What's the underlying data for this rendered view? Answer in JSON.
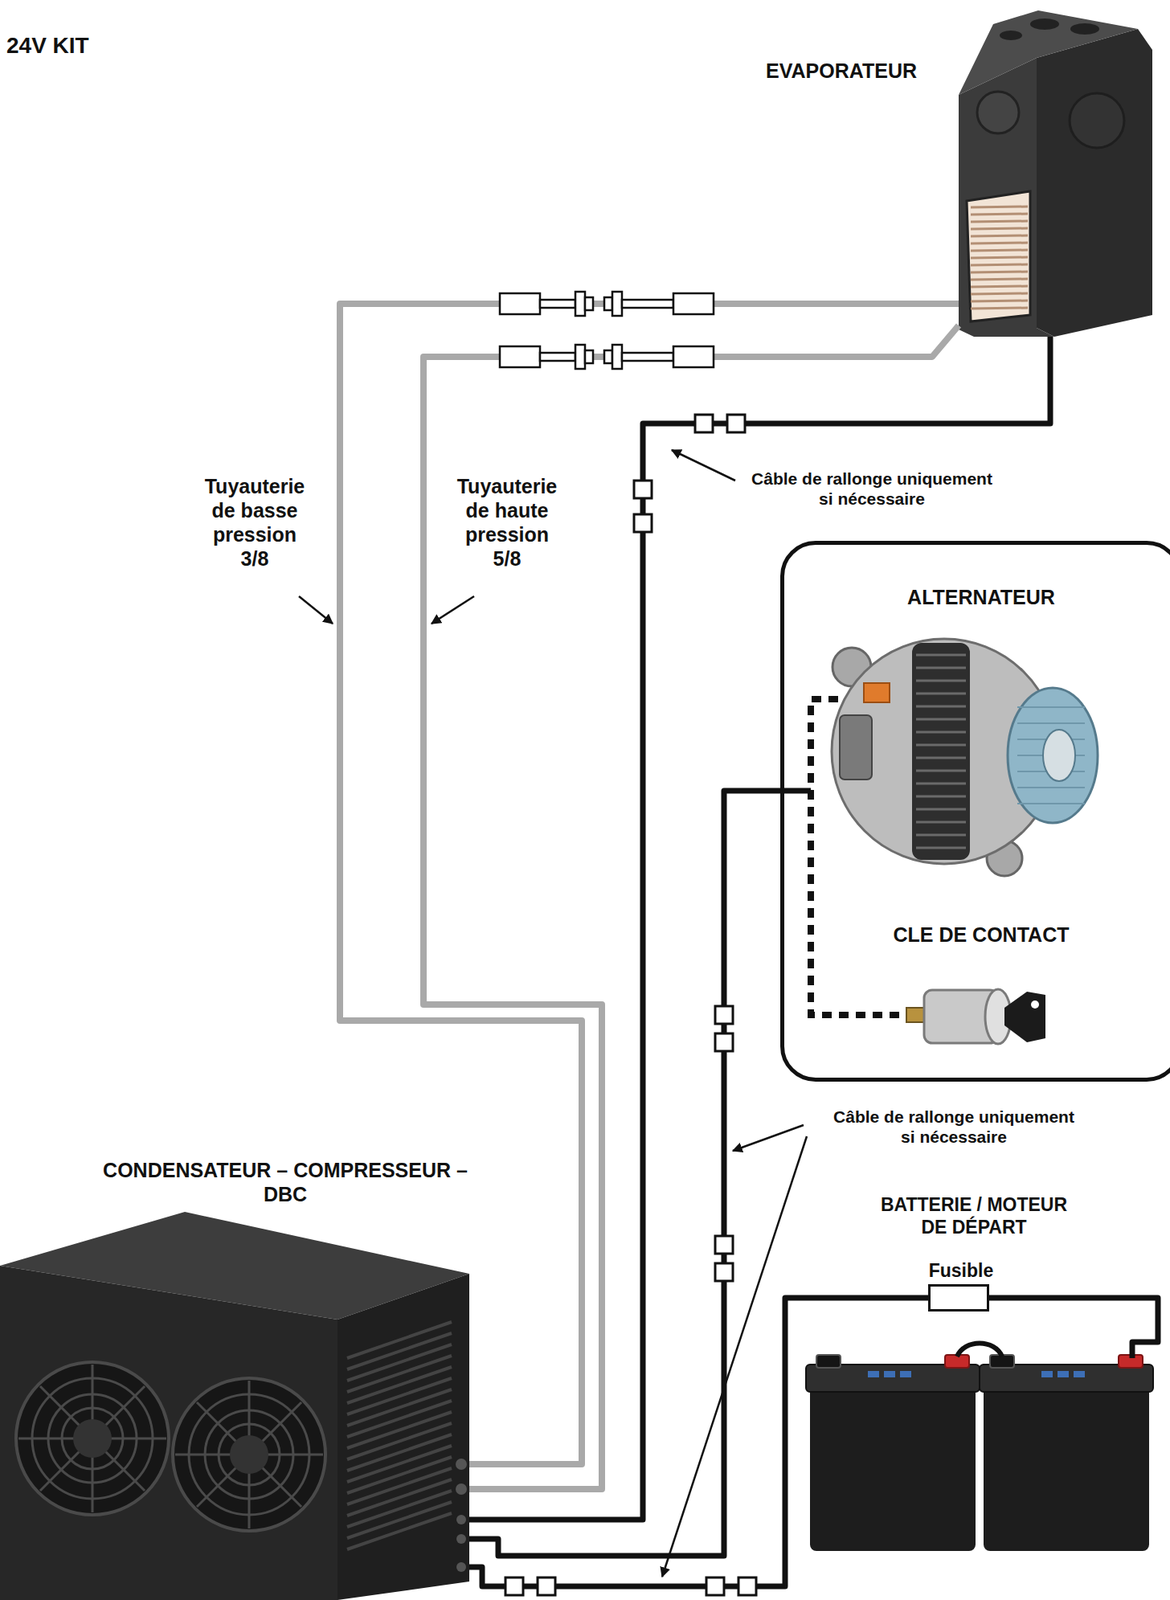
{
  "diagram": {
    "title": "24V KIT",
    "nodes": [
      {
        "text": [
          "EVAPORATEUR"
        ]
      },
      {
        "text": [
          "ALTERNATEUR",
          "CLE DE CONTACT"
        ]
      },
      {
        "text": [
          "CONDENSATEUR – COMPRESSEUR – DBC"
        ]
      },
      {
        "text": [
          "BATTERIE / MOTEUR DE DÉPART"
        ]
      },
      {
        "text": [
          "Fusible"
        ]
      }
    ],
    "edges": [
      {
        "from": 2,
        "to": 0,
        "label": "Tuyauterie de basse pression 3/8",
        "arrow": "none"
      },
      {
        "from": 2,
        "to": 0,
        "label": "Tuyauterie de haute pression 5/8",
        "arrow": "none"
      },
      {
        "from": 2,
        "to": 0,
        "arrow": "none"
      },
      {
        "from": 2,
        "to": 1,
        "arrow": "none"
      },
      {
        "from": 2,
        "to": 4,
        "arrow": "none"
      },
      {
        "from": 4,
        "to": 3,
        "arrow": "none"
      }
    ],
    "labels": [
      "Câble de rallonge uniquement si nécessaire",
      "Câble de rallonge uniquement si nécessaire"
    ]
  }
}
